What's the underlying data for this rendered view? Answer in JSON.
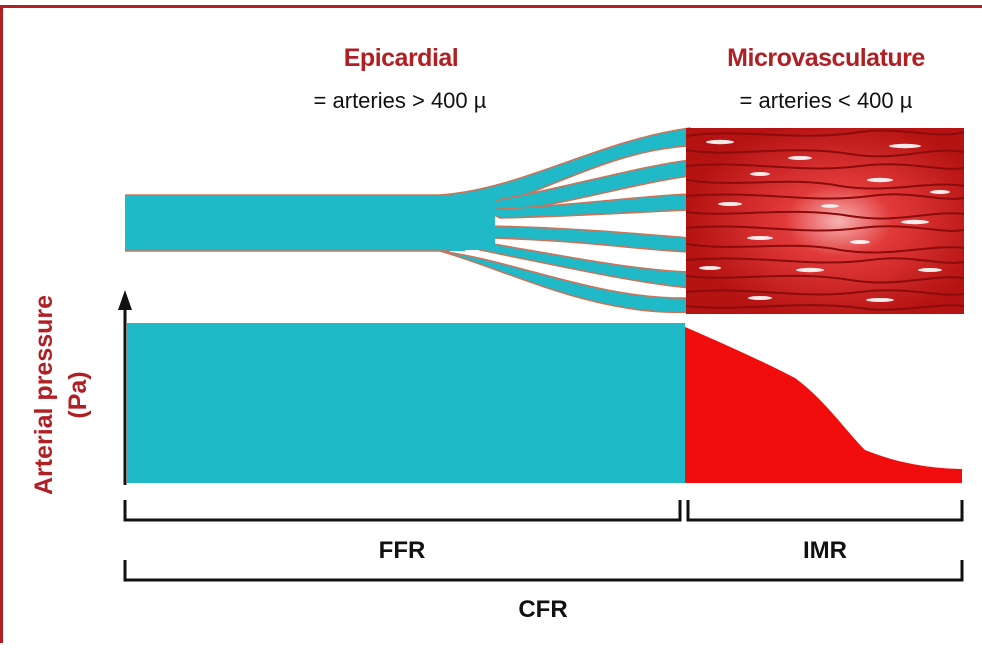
{
  "colors": {
    "frame": "#b01f24",
    "heading": "#b01f24",
    "epicardial": "#1fb9c8",
    "vessel_edge": "#c8745a",
    "microvascular": "#f20d0d",
    "micro_dark": "#8a0c0c",
    "text": "#111111"
  },
  "epicardial": {
    "title": "Epicardial",
    "subtitle": "= arteries > 400 µ"
  },
  "microvasculature": {
    "title": "Microvasculature",
    "subtitle": "= arteries < 400 µ"
  },
  "axis": {
    "label_line1": "Arterial pressure",
    "label_line2": "(Pa)"
  },
  "measures": {
    "ffr": "FFR",
    "imr": "IMR",
    "cfr": "CFR"
  },
  "icons": [
    "up-arrow-icon",
    "epicardial-artery-tree-icon",
    "microvascular-network-icon"
  ]
}
